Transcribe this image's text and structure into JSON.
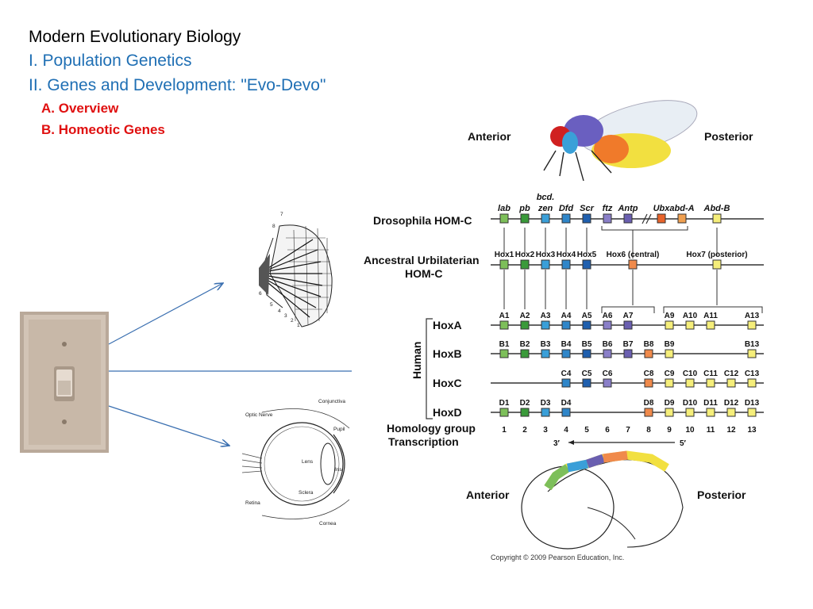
{
  "slide": {
    "title": "Modern Evolutionary Biology",
    "section1": "I. Population Genetics",
    "section2": "II. Genes and Development: \"Evo-Devo\"",
    "sub_a": "A. Overview",
    "sub_b": "B. Homeotic  Genes"
  },
  "eye": {
    "labels": [
      "Conjunctiva",
      "Optic\nNerve",
      "Pupil",
      "Lens",
      "Iris",
      "Sclera",
      "Retina",
      "Cornea"
    ]
  },
  "compound_eye": {
    "numbers": [
      "7",
      "8",
      "6",
      "5",
      "4",
      "3",
      "2",
      "1"
    ]
  },
  "hox": {
    "anterior": "Anterior",
    "posterior": "Posterior",
    "drosophila_label": "Drosophila HOM-C",
    "ancestral_label_1": "Ancestral Urbilaterian",
    "ancestral_label_2": "HOM-C",
    "human_label": "Human",
    "fly_genes": [
      "lab",
      "pb",
      "bcd.",
      "zen",
      "Dfd",
      "Scr",
      "ftz",
      "Antp",
      "Ubx",
      "abd-A",
      "Abd-B"
    ],
    "ancestral_genes": [
      "Hox1",
      "Hox2",
      "Hox3",
      "Hox4",
      "Hox5",
      "Hox6 (central)",
      "Hox7 (posterior)"
    ],
    "clusters": [
      {
        "name": "HoxA",
        "genes": [
          "A1",
          "A2",
          "A3",
          "A4",
          "A5",
          "A6",
          "A7",
          "A9",
          "A10",
          "A11",
          "A13"
        ]
      },
      {
        "name": "HoxB",
        "genes": [
          "B1",
          "B2",
          "B3",
          "B4",
          "B5",
          "B6",
          "B7",
          "B8",
          "B9",
          "B13"
        ]
      },
      {
        "name": "HoxC",
        "genes": [
          "C4",
          "C5",
          "C6",
          "C8",
          "C9",
          "C10",
          "C11",
          "C12",
          "C13"
        ]
      },
      {
        "name": "HoxD",
        "genes": [
          "D1",
          "D2",
          "D3",
          "D4",
          "D8",
          "D9",
          "D10",
          "D11",
          "D12",
          "D13"
        ]
      }
    ],
    "homology_label": "Homology group",
    "transcription_label": "Transcription",
    "groups": [
      "1",
      "2",
      "3",
      "4",
      "5",
      "6",
      "7",
      "8",
      "9",
      "10",
      "11",
      "12",
      "13"
    ],
    "three_prime": "3′",
    "five_prime": "5′",
    "copyright": "Copyright © 2009 Pearson Education, Inc.",
    "colors": {
      "g1": "#7dbf5a",
      "g2": "#3a9a3a",
      "g3": "#3a9fd8",
      "g4": "#2f86c9",
      "g5": "#1f5fae",
      "g6": "#8a7fc8",
      "g7": "#6a5fb0",
      "g8": "#f08a4b",
      "g9": "#f5ee7a",
      "ubx": "#e8632a",
      "abdA": "#f0a050"
    }
  }
}
